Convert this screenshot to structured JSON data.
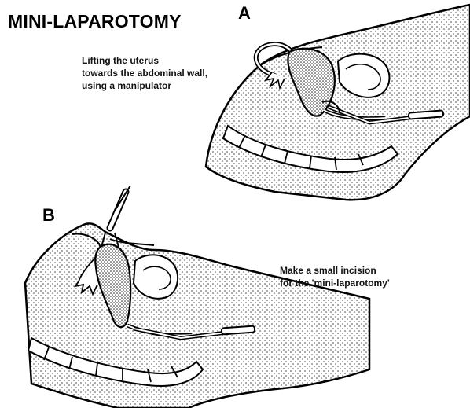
{
  "title": "MINI-LAPAROTOMY",
  "panels": [
    {
      "label": "A",
      "caption_lines": [
        "Lifting the uterus",
        "towards the abdominal wall,",
        "using a manipulator"
      ]
    },
    {
      "label": "B",
      "caption_lines": [
        "Make a small incision",
        "for the 'mini-laparotomy'"
      ]
    }
  ]
}
